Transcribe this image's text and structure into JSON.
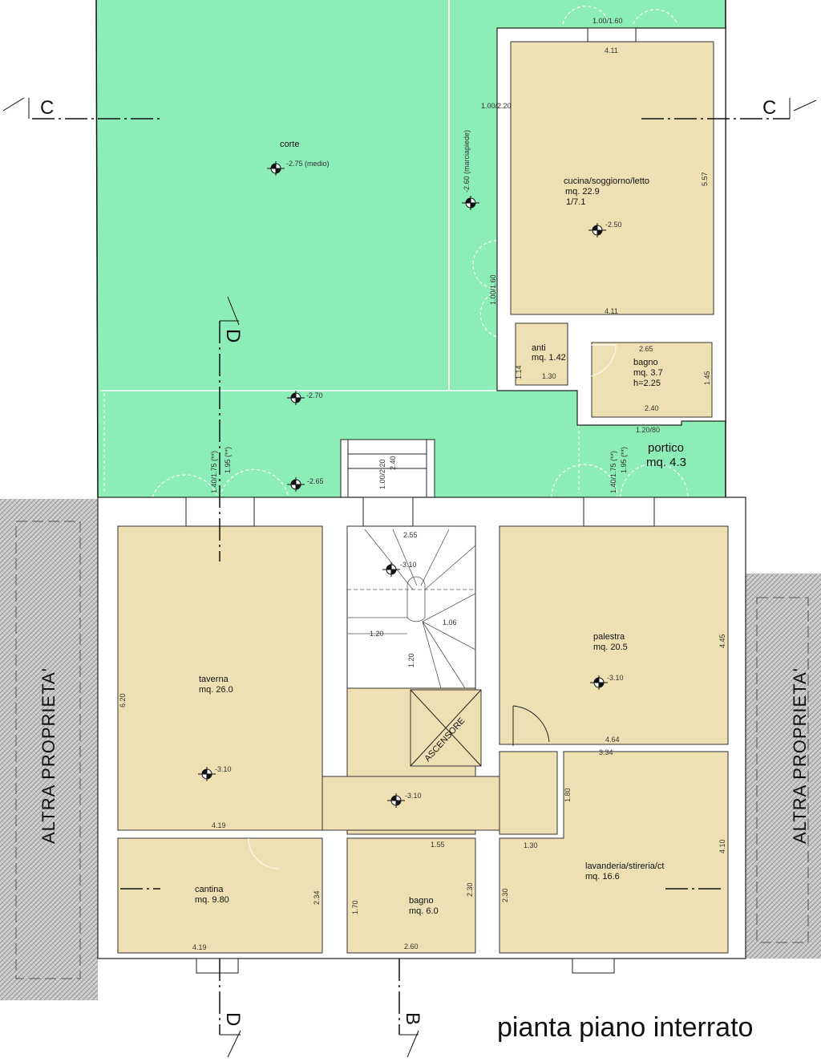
{
  "title": "pianta piano interrato",
  "colors": {
    "garden": "#8cedb6",
    "room": "#eee0b2",
    "wall": "#ffffff",
    "neighbour_hatch": "#c9c9c9"
  },
  "neighbour_label": "ALTRA PROPRIETA'",
  "sections": {
    "c": "C",
    "d": "D",
    "b": "B"
  },
  "garden": {
    "name": "corte",
    "level_main": "-2.75  (medio)",
    "level_path": "-2.60  (marciapiede)",
    "level_lower": "-2.70",
    "level_entry": "-2.65",
    "door_left": "1.40/1.75 (**)",
    "door_left_h": "1.95 (**)",
    "stair_dims": "1.00/2.20",
    "stair_h": "2.40"
  },
  "upper": {
    "kitchen": {
      "name": "cucina/soggiorno/letto",
      "area": "mq. 22.9",
      "ratio": "1/7.1",
      "level": "-2.50",
      "dim_top": "4.11",
      "dim_bottom": "4.11",
      "dim_side": "5.57"
    },
    "window_top": "1.00/1.60",
    "window_left": "1.00/2.20",
    "window_left2": "1.00/1.60",
    "anti": {
      "name": "anti",
      "area": "mq. 1.42",
      "dim_w": "1.30",
      "dim_h": "1.14"
    },
    "bath": {
      "name": "bagno",
      "area": "mq. 3.7",
      "height": "h=2.25",
      "dim_top": "2.65",
      "dim_bottom": "2.40",
      "dim_side": "1.45"
    },
    "bath_window": "1.20/80",
    "portico": {
      "name": "portico",
      "area": "mq. 4.3",
      "door": "1.40/1.75 (**)",
      "door_h": "1.95 (**)"
    }
  },
  "lower": {
    "taverna": {
      "name": "taverna",
      "area": "mq. 26.0",
      "level": "-3.10",
      "dim_bottom": "4.19",
      "dim_side": "6.20"
    },
    "cantina": {
      "name": "cantina",
      "area": "mq. 9.80",
      "dim_bottom": "4.19",
      "dim_side": "2.34"
    },
    "stair": {
      "level": "-3.10",
      "dim_top": "2.55",
      "dim_w": "1.20",
      "dim_h": "1.20",
      "dim_r": "1.06"
    },
    "lift": "ASCENSORE",
    "hall_level": "-3.10",
    "bagno": {
      "name": "bagno",
      "area": "mq. 6.0",
      "dim_top": "1.55",
      "dim_bottom": "2.60",
      "dim_side": "2.30",
      "dim_left": "1.70"
    },
    "palestra": {
      "name": "palestra",
      "area": "mq. 20.5",
      "level": "-3.10",
      "dim_bottom": "4.64",
      "dim_side": "4.45",
      "dim_bottom2": "3.34"
    },
    "lavanderia": {
      "name": "lavanderia/stireria/ct",
      "area": "mq. 16.6",
      "dim_top": "1.30",
      "dim_side": "4.10",
      "dim_left": "1.80",
      "dim_left2": "2.30"
    }
  }
}
